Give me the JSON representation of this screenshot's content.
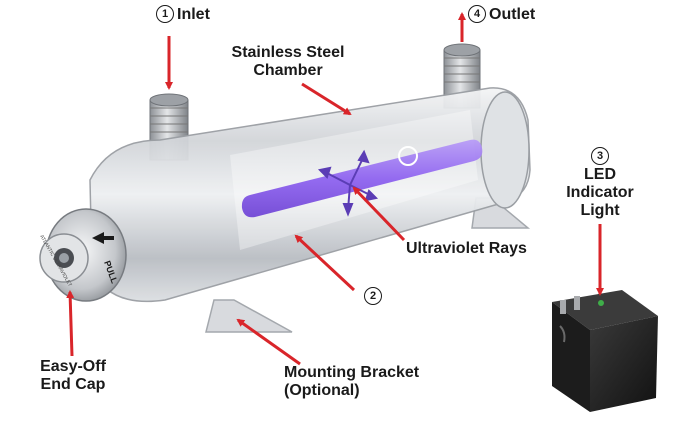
{
  "labels": {
    "inlet": {
      "number": "1",
      "text": "Inlet"
    },
    "outlet": {
      "number": "4",
      "text": "Outlet"
    },
    "chamber": {
      "line1": "Stainless Steel",
      "line2": "Chamber"
    },
    "uv": {
      "text": "Ultraviolet Rays"
    },
    "uv_lamp": {
      "number": "2"
    },
    "led": {
      "number": "3",
      "line1": "LED",
      "line2": "Indicator",
      "line3": "Light"
    },
    "endcap": {
      "line1": "Easy-Off",
      "line2": "End Cap"
    },
    "bracket": {
      "line1": "Mounting Bracket",
      "line2": "(Optional)"
    }
  },
  "endcap_text": {
    "arrow_word": "PULL",
    "ring_text": "ATLANTIC ULTRAVIOLET"
  },
  "colors": {
    "arrow": "#d9252a",
    "uv": "#8a5cf0",
    "steel": "#c9ccd1",
    "text": "#1a1a1a",
    "transformer": "#1c1c1c"
  }
}
